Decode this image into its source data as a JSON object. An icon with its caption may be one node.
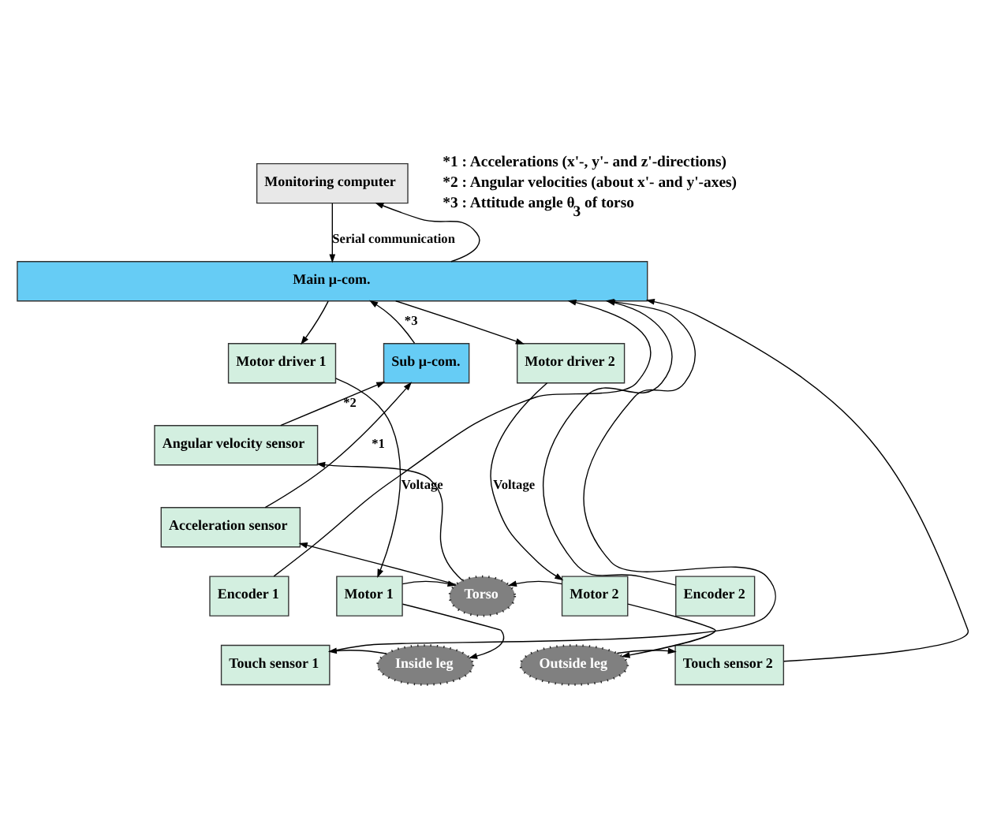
{
  "diagram": {
    "nodes": [
      {
        "text": [
          "Monitoring computer"
        ]
      },
      {
        "text": [
          "Main μ-com."
        ]
      },
      {
        "text": [
          "Motor driver 1"
        ]
      },
      {
        "text": [
          "Sub μ-com."
        ]
      },
      {
        "text": [
          "Motor driver 2"
        ]
      },
      {
        "text": [
          "Angular velocity sensor"
        ]
      },
      {
        "text": [
          "Acceleration sensor"
        ]
      },
      {
        "text": [
          "Encoder 1"
        ]
      },
      {
        "text": [
          "Motor 1"
        ]
      },
      {
        "text": [
          "Torso"
        ]
      },
      {
        "text": [
          "Motor 2"
        ]
      },
      {
        "text": [
          "Encoder 2"
        ]
      },
      {
        "text": [
          "Touch sensor 1"
        ]
      },
      {
        "text": [
          "Inside leg"
        ]
      },
      {
        "text": [
          "Outside leg"
        ]
      },
      {
        "text": [
          "Touch sensor 2"
        ]
      }
    ],
    "edges": [
      {
        "from": 1,
        "to": 0,
        "arrow": "to"
      },
      {
        "from": 0,
        "to": 1,
        "arrow": "to",
        "label": "Serial communication"
      },
      {
        "from": 12,
        "to": 1,
        "arrow": "to"
      },
      {
        "from": 7,
        "to": 1,
        "arrow": "to"
      },
      {
        "from": 1,
        "to": 2,
        "arrow": "to"
      },
      {
        "from": 3,
        "to": 1,
        "arrow": "to",
        "label": "*3"
      },
      {
        "from": 1,
        "to": 4,
        "arrow": "to"
      },
      {
        "from": 11,
        "to": 1,
        "arrow": "to"
      },
      {
        "from": 15,
        "to": 1,
        "arrow": "to"
      },
      {
        "from": 5,
        "to": 3,
        "arrow": "to",
        "label": "*2"
      },
      {
        "from": 6,
        "to": 3,
        "arrow": "to",
        "label": "*1"
      },
      {
        "from": 2,
        "to": 8,
        "arrow": "to",
        "label": "Voltage"
      },
      {
        "from": 4,
        "to": 10,
        "arrow": "to",
        "label": "Voltage"
      },
      {
        "from": 9,
        "to": 5,
        "arrow": "to"
      },
      {
        "from": 9,
        "to": 6,
        "arrow": "to"
      },
      {
        "from": 8,
        "to": 9,
        "arrow": "to"
      },
      {
        "from": 10,
        "to": 9,
        "arrow": "to"
      },
      {
        "from": 8,
        "to": 13,
        "arrow": "to"
      },
      {
        "from": 10,
        "to": 14,
        "arrow": "to"
      },
      {
        "from": 13,
        "to": 12,
        "arrow": "to"
      },
      {
        "from": 14,
        "to": 15,
        "arrow": "to"
      }
    ],
    "labels": [
      "*1 : Accelerations (x'-, y'- and z'-directions)",
      "*2 : Angular velocities (about x'- and y'-axes)",
      "*3 : Attitude angle θ$_{3}$ of torso"
    ]
  }
}
